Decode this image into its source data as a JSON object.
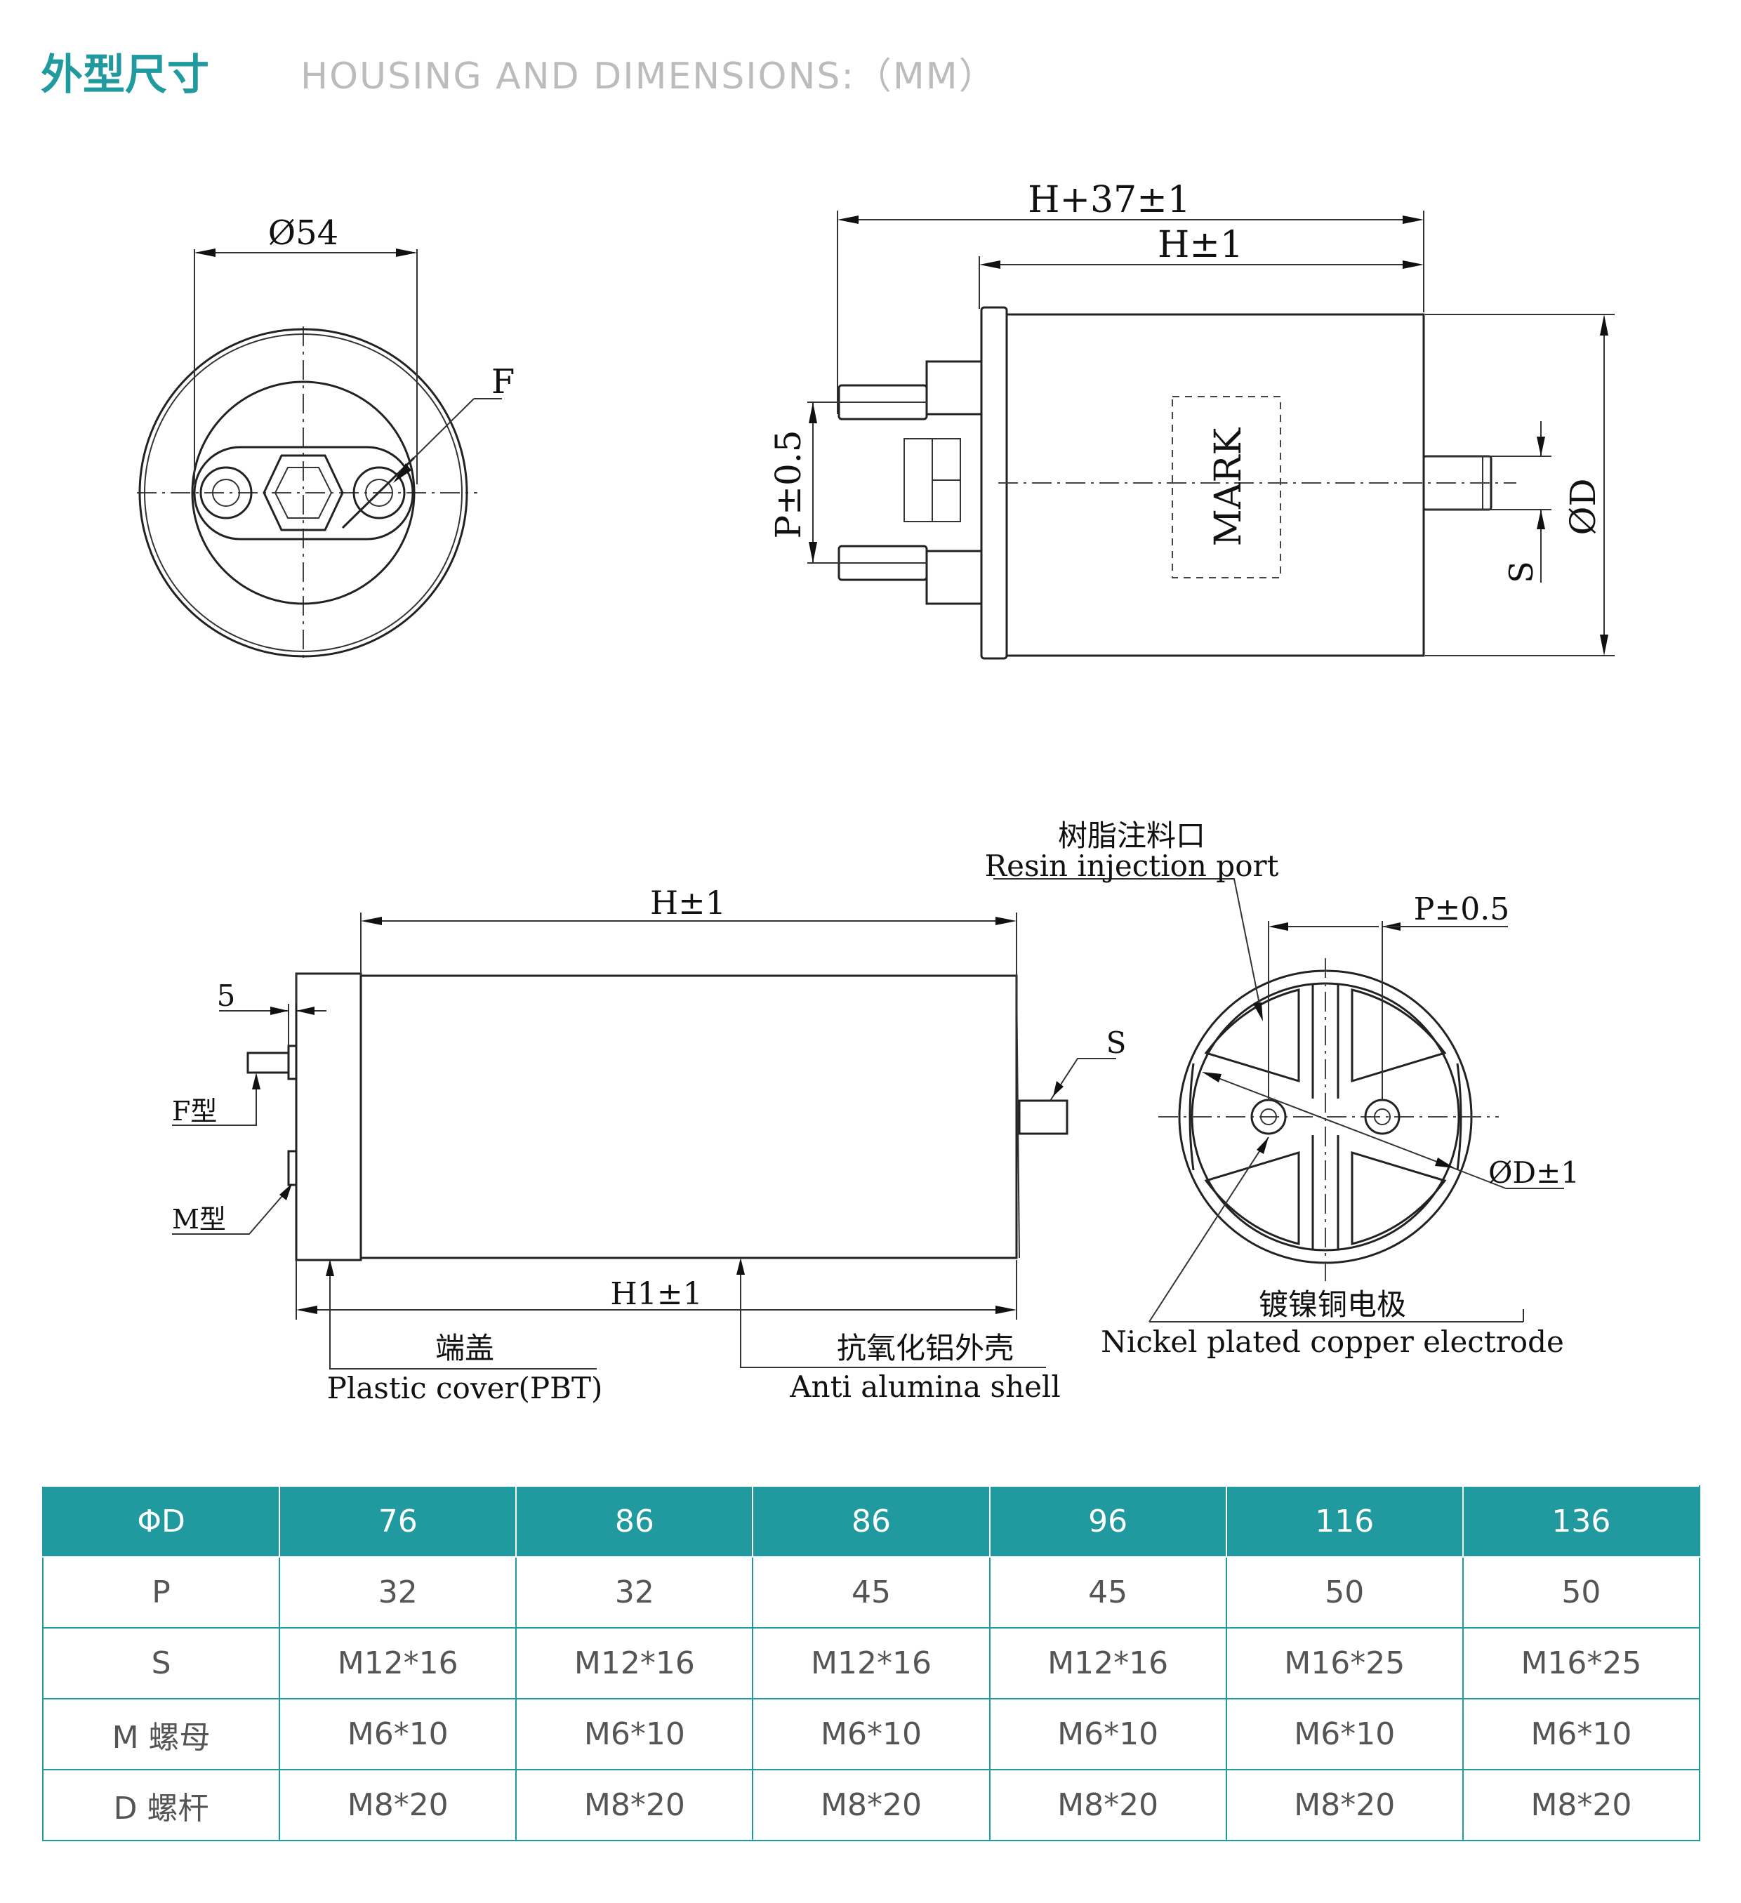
{
  "header": {
    "title_cn": "外型尺寸",
    "title_en": "HOUSING AND DIMENSIONS:（MM）"
  },
  "diagram_labels": {
    "phi54": "Ø54",
    "f": "F",
    "h37": "H+37±1",
    "h1_top": "H±1",
    "p05_top": "P±0.5",
    "mark": "MARK",
    "s_top": "S",
    "od_top": "ØD",
    "resin_cn": "树脂注料口",
    "resin_en": "Resin injection port",
    "h1_bottom": "H±1",
    "p05_bottom": "P±0.5",
    "five": "5",
    "s_bottom": "S",
    "f_type": "F型",
    "m_type": "M型",
    "h1_1": "H1±1",
    "od1": "ØD±1",
    "cover_cn": "端盖",
    "cover_en": "Plastic cover(PBT)",
    "shell_cn": "抗氧化铝外壳",
    "shell_en": "Anti alumina shell",
    "electrode_cn": "镀镍铜电极",
    "electrode_en": "Nickel plated copper electrode"
  },
  "table": {
    "rows": [
      [
        "ΦD",
        "76",
        "86",
        "86",
        "96",
        "116",
        "136"
      ],
      [
        "P",
        "32",
        "32",
        "45",
        "45",
        "50",
        "50"
      ],
      [
        "S",
        "M12*16",
        "M12*16",
        "M12*16",
        "M12*16",
        "M16*25",
        "M16*25"
      ],
      [
        "M 螺母",
        "M6*10",
        "M6*10",
        "M6*10",
        "M6*10",
        "M6*10",
        "M6*10"
      ],
      [
        "D 螺杆",
        "M8*20",
        "M8*20",
        "M8*20",
        "M8*20",
        "M8*20",
        "M8*20"
      ]
    ]
  },
  "colors": {
    "accent": "#20999f",
    "header_en": "#bcbcbc",
    "table_text": "#555555"
  }
}
